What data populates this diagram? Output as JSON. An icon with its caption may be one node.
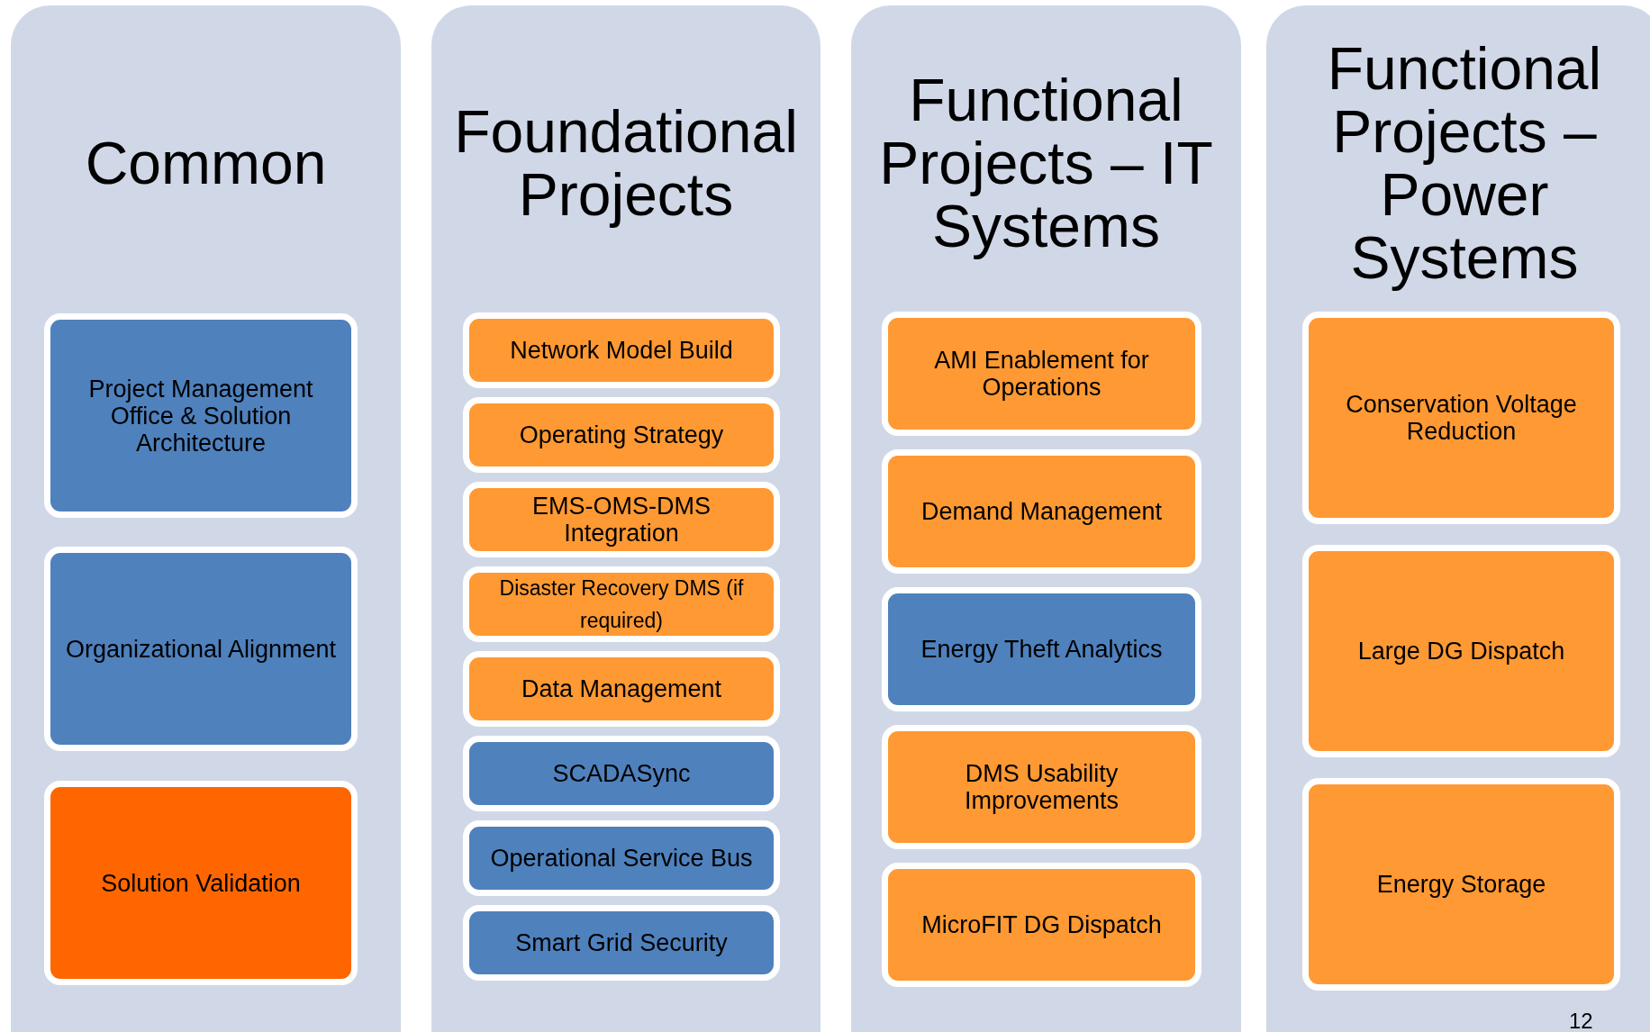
{
  "diagram": {
    "nodes": [
      {
        "text": [
          "Common"
        ]
      },
      {
        "text": [
          "Project Management Office & Solution Architecture"
        ],
        "in": 0
      },
      {
        "text": [
          "Organizational Alignment"
        ],
        "in": 0
      },
      {
        "text": [
          "Solution Validation"
        ],
        "in": 0
      },
      {
        "text": [
          "Foundational Projects"
        ]
      },
      {
        "text": [
          "Network Model Build"
        ],
        "in": 4
      },
      {
        "text": [
          "Operating Strategy"
        ],
        "in": 4
      },
      {
        "text": [
          "EMS-OMS-DMS Integration"
        ],
        "in": 4
      },
      {
        "text": [
          "Disaster Recovery DMS (if required)"
        ],
        "in": 4
      },
      {
        "text": [
          "Data Management"
        ],
        "in": 4
      },
      {
        "text": [
          "SCADASync"
        ],
        "in": 4
      },
      {
        "text": [
          "Operational Service Bus"
        ],
        "in": 4
      },
      {
        "text": [
          "Smart Grid Security"
        ],
        "in": 4
      },
      {
        "text": [
          "Functional Projects – IT Systems"
        ]
      },
      {
        "text": [
          "AMI Enablement for Operations"
        ],
        "in": 13
      },
      {
        "text": [
          "Demand Management"
        ],
        "in": 13
      },
      {
        "text": [
          "Energy Theft Analytics"
        ],
        "in": 13
      },
      {
        "text": [
          "DMS Usability Improvements"
        ],
        "in": 13
      },
      {
        "text": [
          "MicroFIT DG Dispatch"
        ],
        "in": 13
      },
      {
        "text": [
          "Functional Projects – Power Systems"
        ]
      },
      {
        "text": [
          "Conservation Voltage Reduction"
        ],
        "in": 19
      },
      {
        "text": [
          "Large DG Dispatch"
        ],
        "in": 19
      },
      {
        "text": [
          "Energy Storage"
        ],
        "in": 19
      }
    ],
    "labels": [
      "12"
    ]
  }
}
